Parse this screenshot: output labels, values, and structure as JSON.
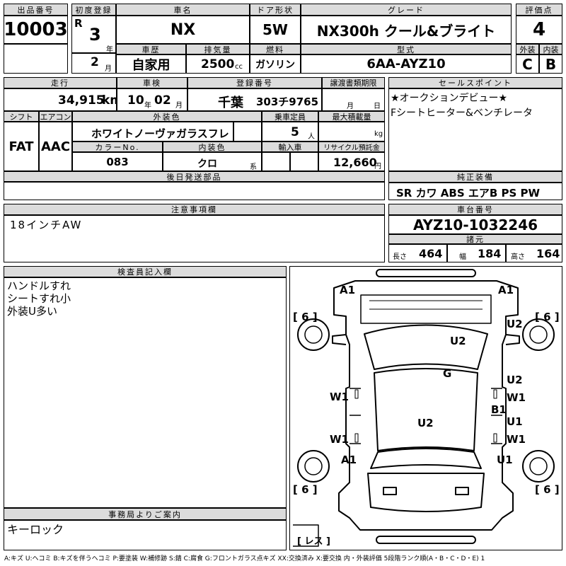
{
  "header": {
    "lot_label": "出品番号",
    "lot_no": "10003",
    "first_reg_label": "初度登録",
    "era": "R",
    "reg_year": "3",
    "year_unit": "年",
    "reg_month": "2",
    "month_unit": "月",
    "car_name_label": "車名",
    "car_name": "NX",
    "door_label": "ドア形状",
    "door": "5W",
    "grade_label": "グレード",
    "grade": "NX300h クール&ブライト",
    "score_label": "評価点",
    "score": "4",
    "history_label": "車歴",
    "history": "自家用",
    "displacement_label": "排気量",
    "displacement": "2500",
    "cc": "cc",
    "fuel_label": "燃料",
    "fuel": "ガソリン",
    "model_label": "型式",
    "model": "6AA-AYZ10",
    "ext_label": "外装",
    "ext_grade": "C",
    "int_label": "内装",
    "int_grade": "B"
  },
  "row2": {
    "mileage_label": "走行",
    "mileage": "34,915",
    "km": "km",
    "inspection_label": "車検",
    "insp_year": "10",
    "year_unit": "年",
    "insp_month": "02",
    "month_unit": "月",
    "plate_label": "登録番号",
    "plate_region": "千葉",
    "plate_no": "303チ9765",
    "transfer_label": "譲渡書類期限",
    "t_month": "月",
    "t_day": "日",
    "shift_label": "シフト",
    "shift": "FAT",
    "ac_label": "エアコン",
    "ac": "AAC",
    "color_label": "外装色",
    "color": "ホワイトノーヴァガラスフレー",
    "capacity_label": "乗車定員",
    "capacity": "5",
    "person": "人",
    "load_label": "最大積載量",
    "kg": "kg",
    "color_no_label": "カラーNo.",
    "color_no": "083",
    "int_color_label": "内装色",
    "int_color": "クロ",
    "kei": "系",
    "import_label": "輸入車",
    "recycle_label": "リサイクル預託金",
    "recycle": "12,660",
    "yen": "円",
    "later_label": "後日発送部品"
  },
  "sales": {
    "label": "セールスポイント",
    "text": "★オークションデビュー★\nFシートヒーター&ベンチレータ"
  },
  "equip": {
    "label": "純正装備",
    "text": "SR カワ ABS エアB PS PW"
  },
  "notes": {
    "label": "注意事項欄",
    "text": "18インチAW"
  },
  "chassis": {
    "label": "車台番号",
    "value": "AYZ10-1032246"
  },
  "dims": {
    "label": "諸元",
    "len_label": "長さ",
    "len": "464",
    "wid_label": "幅",
    "wid": "184",
    "hei_label": "高さ",
    "hei": "164"
  },
  "inspector": {
    "label": "検査員記入欄",
    "text": "ハンドルすれ\nシートすれ小\n外装U多い"
  },
  "office": {
    "label": "事務局よりご案内",
    "text": "キーロック"
  },
  "diagram": {
    "tire": "6",
    "les": "レス",
    "marks": [
      "A1",
      "A1",
      "U2",
      "U2",
      "G",
      "U2",
      "W1",
      "W1",
      "B1",
      "U1",
      "U2",
      "W1",
      "W1",
      "A1",
      "U1"
    ]
  },
  "legend": "A:キズ U:ヘコミ B:キズを伴うヘコミ P:要塗装 W:補修跡 S:錆 C:腐食 G:フロントガラス点キズ XX:交換済み X:要交換 内・外装評価 5段階ランク順(A・B・C・D・E) 1"
}
